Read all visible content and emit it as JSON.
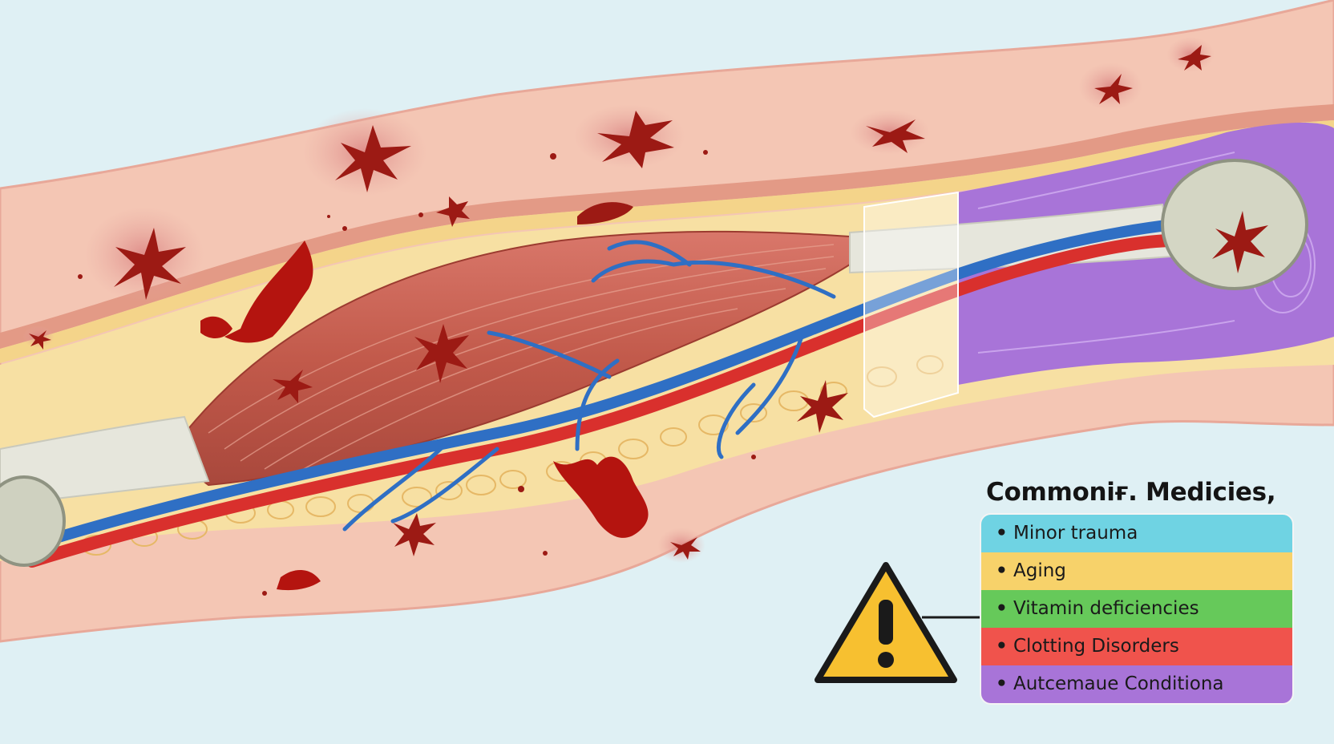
{
  "legend": {
    "title": "Commoniғ. Medicies,",
    "items": [
      {
        "label": "Minor trauma",
        "color": "#6fd3e3"
      },
      {
        "label": "Aging",
        "color": "#f7d26a"
      },
      {
        "label": "Vitamin deficiencies",
        "color": "#66c95a"
      },
      {
        "label": "Clotting Disorders",
        "color": "#f0534c"
      },
      {
        "label": "Autcemaue Conditiona",
        "color": "#a874d8"
      }
    ]
  },
  "colors": {
    "background": "#dff0f4",
    "skin": "#f4c6b4",
    "muscle": "#c9604f",
    "artery": "#d9302d",
    "vein": "#2f6fc4",
    "fat": "#f6dc98",
    "bone": "#d4d6c4",
    "bruise": "#9c1a14",
    "warning": "#f7c030"
  },
  "icons": [
    "warning-icon"
  ]
}
